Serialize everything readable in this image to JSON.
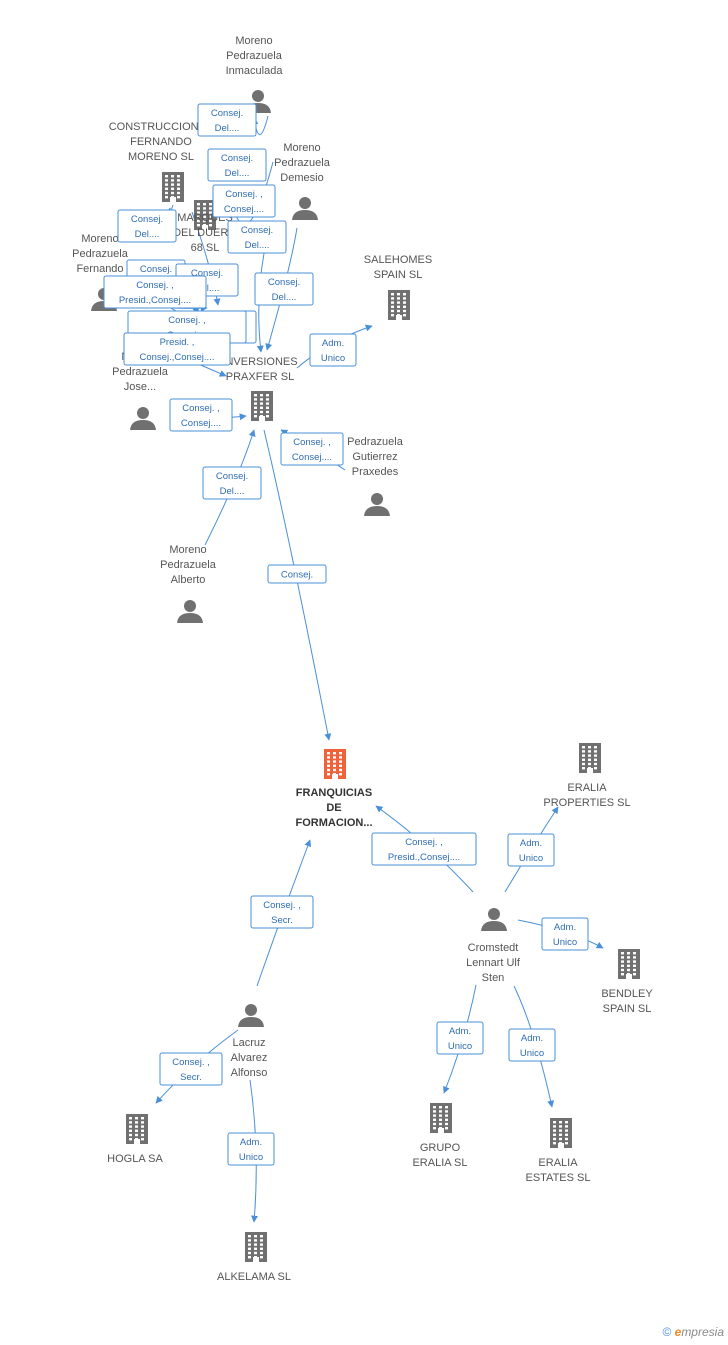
{
  "diagram": {
    "colors": {
      "edge": "#4a90d9",
      "person": "#707070",
      "company": "#707070",
      "main": "#f0623a",
      "label": "#555555"
    },
    "nodes": [
      {
        "id": "moreno_inmaculada",
        "type": "person",
        "lines": [
          "Moreno",
          "Pedrazuela",
          "Inmaculada"
        ]
      },
      {
        "id": "construcciones_fernando",
        "type": "company",
        "lines": [
          "CONSTRUCCIONES",
          "FERNANDO",
          "MORENO SL"
        ]
      },
      {
        "id": "moreno_demesio",
        "type": "person",
        "lines": [
          "Moreno",
          "Pedrazuela",
          "Demesio"
        ]
      },
      {
        "id": "marques_dueno",
        "type": "company",
        "lines": [
          "MARQUES",
          "DEL DUERO",
          "68 SL"
        ]
      },
      {
        "id": "moreno_fernando",
        "type": "person",
        "lines": [
          "Moreno",
          "Pedrazuela",
          "Fernando"
        ]
      },
      {
        "id": "salehomes",
        "type": "company",
        "lines": [
          "SALEHOMES",
          "SPAIN SL"
        ]
      },
      {
        "id": "moreno_jose",
        "type": "person",
        "lines": [
          "Moreno",
          "Pedrazuela",
          "Jose..."
        ]
      },
      {
        "id": "inversiones_praxfer",
        "type": "company",
        "lines": [
          "INVERSIONES",
          "PRAXFER SL"
        ]
      },
      {
        "id": "pedrazuela_praxedes",
        "type": "person",
        "lines": [
          "Pedrazuela",
          "Gutierrez",
          "Praxedes"
        ]
      },
      {
        "id": "moreno_alberto",
        "type": "person",
        "lines": [
          "Moreno",
          "Pedrazuela",
          "Alberto"
        ]
      },
      {
        "id": "franquicias",
        "type": "main",
        "lines": [
          "FRANQUICIAS",
          "DE",
          "FORMACION..."
        ]
      },
      {
        "id": "eralia_properties",
        "type": "company",
        "lines": [
          "ERALIA",
          "PROPERTIES SL"
        ]
      },
      {
        "id": "cromstedt",
        "type": "person",
        "lines": [
          "Cromstedt",
          "Lennart Ulf",
          "Sten"
        ]
      },
      {
        "id": "bendley",
        "type": "company",
        "lines": [
          "BENDLEY",
          "SPAIN SL"
        ]
      },
      {
        "id": "lacruz",
        "type": "person",
        "lines": [
          "Lacruz",
          "Alvarez",
          "Alfonso"
        ]
      },
      {
        "id": "hogla",
        "type": "company",
        "lines": [
          "HOGLA SA"
        ]
      },
      {
        "id": "grupo_eralia",
        "type": "company",
        "lines": [
          "GRUPO",
          "ERALIA SL"
        ]
      },
      {
        "id": "eralia_estates",
        "type": "company",
        "lines": [
          "ERALIA",
          "ESTATES SL"
        ]
      },
      {
        "id": "alkelama",
        "type": "company",
        "lines": [
          "ALKELAMA SL"
        ]
      }
    ],
    "relations": [
      {
        "id": "r1",
        "lines": [
          "Consej.",
          "Del...."
        ]
      },
      {
        "id": "r2",
        "lines": [
          "Consej.",
          "Del...."
        ]
      },
      {
        "id": "r3",
        "lines": [
          "Consej. ,",
          "Consej...."
        ]
      },
      {
        "id": "r4",
        "lines": [
          "Consej.",
          "Del...."
        ]
      },
      {
        "id": "r5",
        "lines": [
          "Consej.",
          "Del...."
        ]
      },
      {
        "id": "r6",
        "lines": [
          "Consej.",
          "Del...."
        ]
      },
      {
        "id": "r7",
        "lines": [
          "Consej.",
          "Del...."
        ]
      },
      {
        "id": "r8",
        "lines": [
          "Consej.",
          "Del...."
        ]
      },
      {
        "id": "r9",
        "lines": [
          "Consej. ,",
          "Presid.,Consej...."
        ]
      },
      {
        "id": "r10",
        "lines": [
          "Consej. ,",
          "Consej...."
        ]
      },
      {
        "id": "r11",
        "lines": [
          "Consej. ,",
          "Consej...."
        ]
      },
      {
        "id": "r12",
        "lines": [
          "Presid. ,",
          "Consej.,Consej...."
        ]
      },
      {
        "id": "r13",
        "lines": [
          "Adm.",
          "Unico"
        ]
      },
      {
        "id": "r14",
        "lines": [
          "Consej. ,",
          "Consej...."
        ]
      },
      {
        "id": "r15",
        "lines": [
          "Consej. ,",
          "Consej...."
        ]
      },
      {
        "id": "r16",
        "lines": [
          "Consej.",
          "Del...."
        ]
      },
      {
        "id": "r17",
        "lines": [
          "Consej."
        ]
      },
      {
        "id": "r18",
        "lines": [
          "Consej. ,",
          "Presid.,Consej...."
        ]
      },
      {
        "id": "r19",
        "lines": [
          "Adm.",
          "Unico"
        ]
      },
      {
        "id": "r20",
        "lines": [
          "Adm.",
          "Unico"
        ]
      },
      {
        "id": "r21",
        "lines": [
          "Consej. ,",
          "Secr."
        ]
      },
      {
        "id": "r22",
        "lines": [
          "Consej. ,",
          "Secr."
        ]
      },
      {
        "id": "r23",
        "lines": [
          "Adm.",
          "Unico"
        ]
      },
      {
        "id": "r24",
        "lines": [
          "Adm.",
          "Unico"
        ]
      },
      {
        "id": "r25",
        "lines": [
          "Adm.",
          "Unico"
        ]
      }
    ]
  },
  "footer": {
    "copyright": "©",
    "brand_e": "e",
    "brand_rest": "mpresia"
  }
}
